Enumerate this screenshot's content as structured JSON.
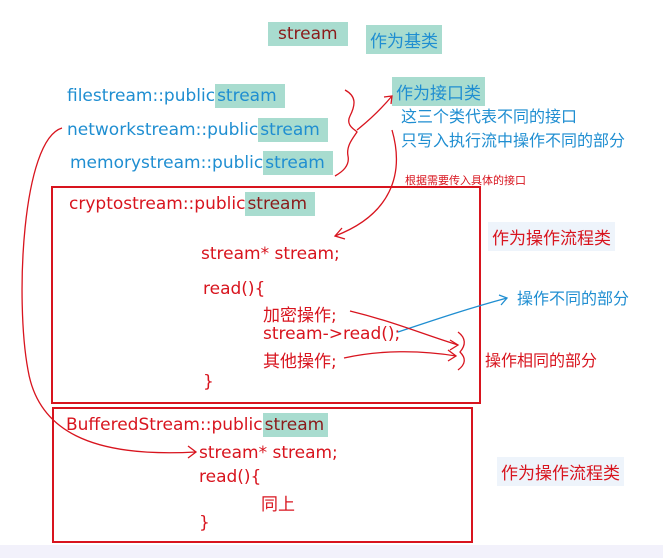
{
  "base": {
    "name": "stream",
    "label": "作为基类"
  },
  "interface": {
    "classes": [
      {
        "name": "filestream::public",
        "base": "stream"
      },
      {
        "name": "networkstream::public",
        "base": "stream"
      },
      {
        "name": "memorystream::public",
        "base": "stream"
      }
    ],
    "label": "作为接口类",
    "note_line1": "这三个类代表不同的接口",
    "note_line2": "只写入执行流中操作不同的部分"
  },
  "inject_note": "根据需要传入具体的接口",
  "crypto": {
    "class": "cryptostream::public",
    "base": "stream",
    "member": "stream* stream;",
    "read_open": "read(){",
    "lines": [
      "加密操作;",
      "stream->read();",
      "其他操作;"
    ],
    "close": "}",
    "label": "作为操作流程类"
  },
  "different_label": "操作不同的部分",
  "same_label": "操作相同的部分",
  "buffered": {
    "class": "BufferedStream::public",
    "base": "stream",
    "member": "stream* stream;",
    "read_open": "read(){",
    "line": "同上",
    "close": "}",
    "label": "作为操作流程类"
  },
  "colors": {
    "blue": "#1f8ed1",
    "red": "#d8141e",
    "highlight": "#a8dccf"
  }
}
